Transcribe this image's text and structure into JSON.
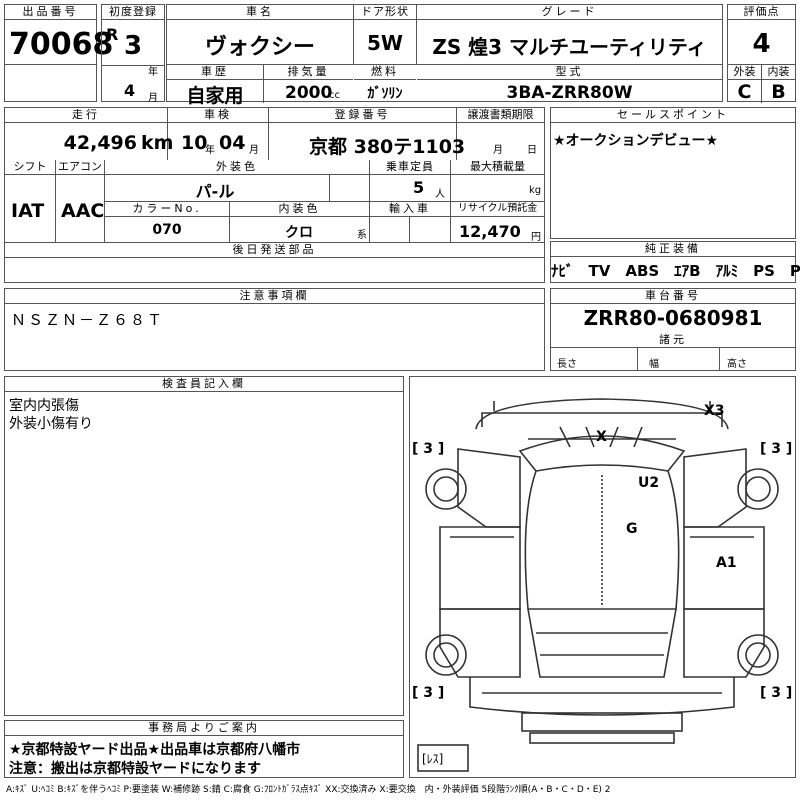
{
  "header": {
    "lot_label": "出品番号",
    "lot_no": "70068",
    "reg_label": "初度登録",
    "era": "R",
    "reg_year": "3",
    "year_unit": "年",
    "reg_month": "4",
    "month_unit": "月",
    "car_name_label": "車名",
    "car_name": "ヴォクシー",
    "door_label": "ドア形状",
    "door": "5W",
    "grade_label": "グレード",
    "grade": "ZS 煌3 マルチユーティリティ",
    "score_label": "評価点",
    "score": "4",
    "history_label": "車歴",
    "history": "自家用",
    "displacement_label": "排気量",
    "displacement": "2000",
    "displacement_unit": "cc",
    "fuel_label": "燃料",
    "fuel": "ｶﾞｿﾘﾝ",
    "model_label": "型式",
    "model": "3BA-ZRR80W",
    "exterior_label": "外装",
    "exterior": "C",
    "interior_label": "内装",
    "interior": "B"
  },
  "row2": {
    "mileage_label": "走行",
    "mileage": "42,496",
    "mileage_unit": "km",
    "inspection_label": "車検",
    "inspection_year": "10",
    "inspection_year_unit": "年",
    "inspection_month": "04",
    "inspection_month_unit": "月",
    "plate_label": "登録番号",
    "plate": "京都 380テ1103",
    "transfer_label": "譲渡書類期限",
    "transfer_month_unit": "月",
    "transfer_day_unit": "日",
    "shift_label": "シフト",
    "shift": "IAT",
    "ac_label": "エアコン",
    "ac": "AAC",
    "color_label": "外装色",
    "color": "パ-ル",
    "capacity_label": "乗車定員",
    "capacity": "5",
    "capacity_unit": "人",
    "load_label": "最大積載量",
    "load_unit": "kg",
    "color_no_label": "カラーNo.",
    "color_no": "070",
    "interior_color_label": "内装色",
    "interior_color": "クロ",
    "interior_color_unit": "系",
    "import_label": "輸入車",
    "recycle_label": "リサイクル預託金",
    "recycle": "12,470",
    "recycle_unit": "円",
    "later_parts_label": "後日発送部品"
  },
  "sales_point": {
    "label": "セールスポイント",
    "text": "★オークションデビュー★"
  },
  "equipment": {
    "label": "純正装備",
    "items": "ﾅﾋﾞ　TV　ABS　ｴｱB　ｱﾙﾐ　PS　PW"
  },
  "notes": {
    "label": "注意事項欄",
    "text": "ＮＳＺＮ－Ｚ６８Ｔ"
  },
  "chassis": {
    "label": "車台番号",
    "number": "ZRR80-0680981",
    "spec_label": "諸元",
    "length_label": "長さ",
    "width_label": "幅",
    "height_label": "高さ"
  },
  "inspector": {
    "label": "検査員記入欄",
    "line1": "室内内張傷",
    "line2": "外装小傷有り"
  },
  "office": {
    "label": "事務局よりご案内",
    "line1": "★京都特設ヤード出品★出品車は京都府八幡市",
    "line2": "注意：搬出は京都特設ヤードになります"
  },
  "diagram": {
    "tire_fl": "[ 3 ]",
    "tire_fr": "[ 3 ]",
    "tire_rl": "[ 3 ]",
    "tire_rr": "[ 3 ]",
    "marks": [
      "X3",
      "X",
      "U2",
      "G",
      "A1"
    ],
    "spare": "[ﾚｽ]"
  },
  "legend": "A:ｷｽﾞ U:ﾍｺﾐ B:ｷｽﾞを伴うﾍｺﾐ P:要塗装 W:補修跡 S:錆 C:腐食 G:ﾌﾛﾝﾄｶﾞﾗｽ点ｷｽﾞ XX:交換済み X:要交換　内・外装評価 5段階ﾗﾝｸ順(A・B・C・D・E) 2"
}
